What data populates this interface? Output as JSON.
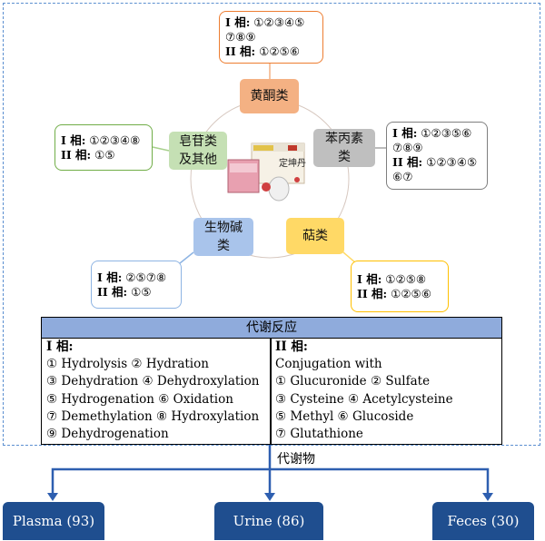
{
  "center": {
    "product_label": "定坤丹"
  },
  "categories": {
    "flavonoids": "黄酮类",
    "phenylpropanoids": [
      "苯丙素",
      "类"
    ],
    "saponins": [
      "皂苷类",
      "及其他"
    ],
    "alkaloids": [
      "生物碱",
      "类"
    ],
    "terpenes": "萜类"
  },
  "info_boxes": {
    "flavonoids": [
      {
        "phase": "I 相:",
        "reactions": " ①②③④⑤"
      },
      {
        "phase": "",
        "reactions": "⑦⑧⑨"
      },
      {
        "phase": "II 相:",
        "reactions": " ①②⑤⑥"
      }
    ],
    "phenylpropanoids": [
      {
        "phase": "I 相:",
        "reactions": " ①②③⑤⑥"
      },
      {
        "phase": "",
        "reactions": "⑦⑧⑨"
      },
      {
        "phase": "II 相:",
        "reactions": " ①②③④⑤"
      },
      {
        "phase": "",
        "reactions": "⑥⑦"
      }
    ],
    "saponins": [
      {
        "phase": "I 相:",
        "reactions": " ①②③④⑧"
      },
      {
        "phase": "II 相:",
        "reactions": " ①⑤"
      }
    ],
    "alkaloids": [
      {
        "phase": "I 相:",
        "reactions": " ②⑤⑦⑧"
      },
      {
        "phase": "II 相:",
        "reactions": " ①⑤"
      }
    ],
    "terpenes": [
      {
        "phase": "I 相:",
        "reactions": " ①②⑤⑧"
      },
      {
        "phase": "II 相:",
        "reactions": " ①②⑤⑥"
      }
    ]
  },
  "table": {
    "title": "代谢反应",
    "phase1": {
      "heading": "I 相:",
      "lines": [
        "① Hydrolysis ② Hydration",
        "③ Dehydration ④ Dehydroxylation",
        "⑤ Hydrogenation ⑥ Oxidation",
        "⑦ Demethylation ⑧ Hydroxylation",
        "⑨ Dehydrogenation"
      ]
    },
    "phase2": {
      "heading": "II 相:",
      "lines": [
        "Conjugation with",
        "① Glucuronide ② Sulfate",
        "③ Cysteine ④ Acetylcysteine",
        "⑤ Methyl ⑥ Glucoside",
        "⑦ Glutathione"
      ]
    }
  },
  "metabolites_label": "代谢物",
  "outputs": [
    {
      "label": "Plasma (93)"
    },
    {
      "label": "Urine (86)"
    },
    {
      "label": "Feces (30)"
    }
  ],
  "colors": {
    "flavonoids": "#f4b183",
    "phenylpropanoids": "#bfbfbf",
    "saponins": "#c5e0b4",
    "alkaloids": "#a9c4eb",
    "terpenes": "#ffd966",
    "table_header": "#8fabdc",
    "output_box": "#1f4e8f",
    "arrow": "#2e5fb0"
  }
}
